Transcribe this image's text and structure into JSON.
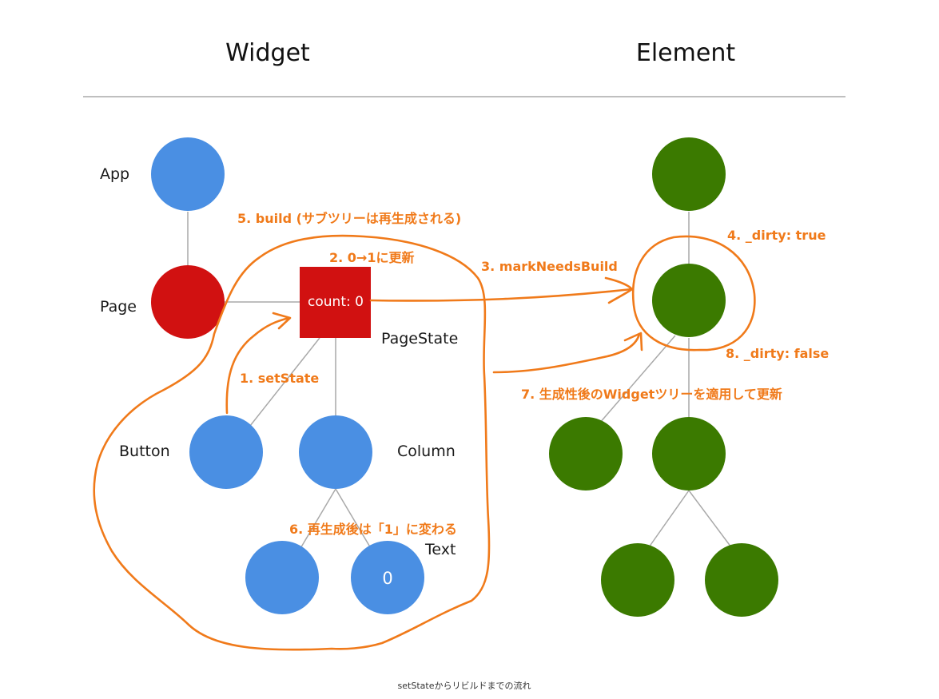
{
  "headings": {
    "widget": "Widget",
    "element": "Element"
  },
  "widget_tree": {
    "labels": {
      "app": "App",
      "page": "Page",
      "page_state": "PageState",
      "button": "Button",
      "column": "Column",
      "text": "Text"
    },
    "counter": "count: 0",
    "text_value": "0"
  },
  "annotations": {
    "step1": "1. setState",
    "step2": "2. 0→1に更新",
    "step3": "3. markNeedsBuild",
    "step4": "4. _dirty: true",
    "step5": "5. build (サブツリーは再生成される)",
    "step6": "6. 再生成後は「1」に変わる",
    "step7": "7. 生成性後のWidgetツリーを適用して更新",
    "step8": "8. _dirty: false"
  },
  "caption": "setStateからリビルドまでの流れ",
  "colors": {
    "widget_node": "#4a8fe3",
    "widget_node_active": "#d11111",
    "element_node": "#3b7a00",
    "annotation": "#f07a1a",
    "divider": "#999999"
  }
}
